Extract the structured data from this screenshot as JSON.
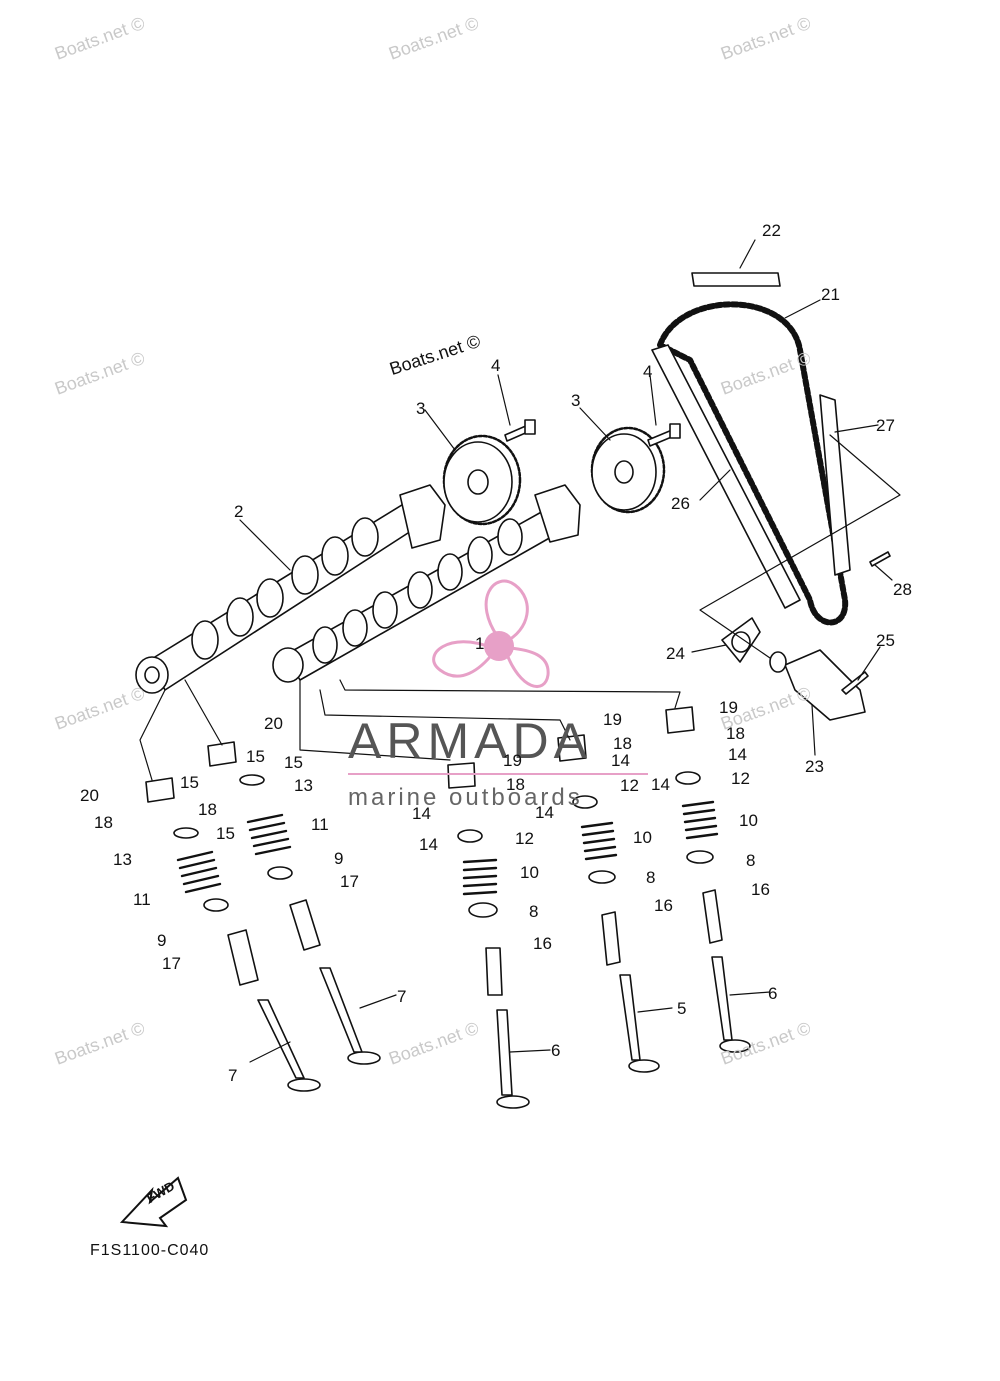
{
  "diagram": {
    "figure_code": "F1S1100-C040",
    "fwd_label": "FWD",
    "copyright_notice": "Boats.net ©",
    "watermark_text": "Boats.net ©",
    "brand": {
      "name": "ARMADA",
      "tagline": "marine outboards",
      "logo_color": "#e7a0c7"
    },
    "line_color": "#111111",
    "callouts": [
      "1",
      "2",
      "3",
      "3",
      "4",
      "4",
      "5",
      "6",
      "6",
      "7",
      "7",
      "8",
      "8",
      "8",
      "9",
      "9",
      "10",
      "10",
      "10",
      "11",
      "11",
      "12",
      "12",
      "12",
      "13",
      "13",
      "14",
      "14",
      "14",
      "14",
      "14",
      "14",
      "15",
      "15",
      "15",
      "15",
      "16",
      "16",
      "16",
      "17",
      "17",
      "18",
      "18",
      "18",
      "18",
      "18",
      "19",
      "19",
      "19",
      "20",
      "20",
      "21",
      "22",
      "23",
      "24",
      "25",
      "26",
      "27",
      "28"
    ]
  }
}
